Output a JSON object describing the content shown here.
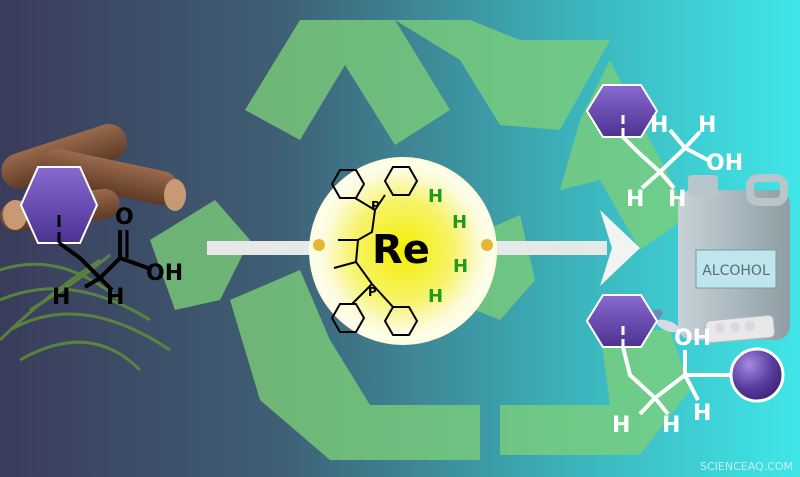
{
  "labels": {
    "reactant_oxygen": "O",
    "reactant_hydroxyl": "OH",
    "hydrogen": "H",
    "phosphorus": "P",
    "rhenium": "Re",
    "product1_hydroxyl": "OH",
    "product2_hydroxyl": "OH",
    "bottle_label": "ALCOHOL",
    "watermark": "SCIENCEAQ.COM"
  },
  "colors": {
    "background_left": "#3b3d5c",
    "background_right": "#3fe0e3",
    "recycle_green": "#7fd07a",
    "hexagon_purple": "#6a4ba8",
    "rhenium_yellow": "#f4f000",
    "hydrogen_green": "#1f9a1f",
    "arrow_gray": "#e8e8e8",
    "bottle_gray": "#a9b6bd"
  },
  "icons": [
    "recycle-icon",
    "wood-logs-icon",
    "grass-icon",
    "alcohol-bottle-icon",
    "pills-icon",
    "reaction-arrow-icon"
  ]
}
